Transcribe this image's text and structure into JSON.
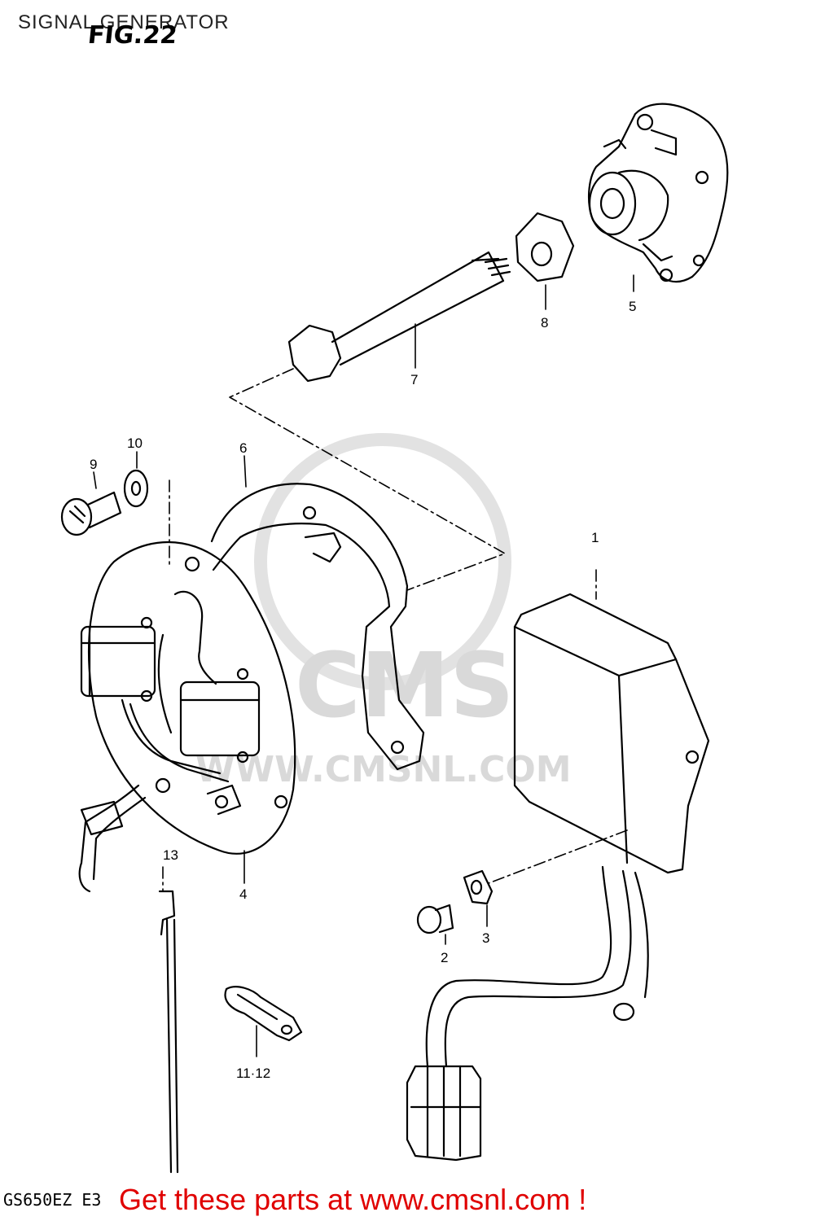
{
  "header": {
    "title": "SIGNAL GENERATOR",
    "figure": "FIG.22"
  },
  "parts": [
    {
      "id": "p1",
      "label": "1"
    },
    {
      "id": "p2",
      "label": "2"
    },
    {
      "id": "p3",
      "label": "3"
    },
    {
      "id": "p4",
      "label": "4"
    },
    {
      "id": "p5",
      "label": "5"
    },
    {
      "id": "p6",
      "label": "6"
    },
    {
      "id": "p7",
      "label": "7"
    },
    {
      "id": "p8",
      "label": "8"
    },
    {
      "id": "p9",
      "label": "9"
    },
    {
      "id": "p10",
      "label": "10"
    },
    {
      "id": "p11",
      "label": "11·12"
    },
    {
      "id": "p13",
      "label": "13"
    }
  ],
  "watermark": {
    "brand": "CMS",
    "site": "WWW.CMSNL.COM"
  },
  "footer": {
    "model_code": "GS650EZ E3",
    "cta": "Get these parts at www.cmsnl.com !"
  },
  "colors": {
    "line": "#000000",
    "cta": "#e00000",
    "watermark": "#d9d9d9"
  }
}
